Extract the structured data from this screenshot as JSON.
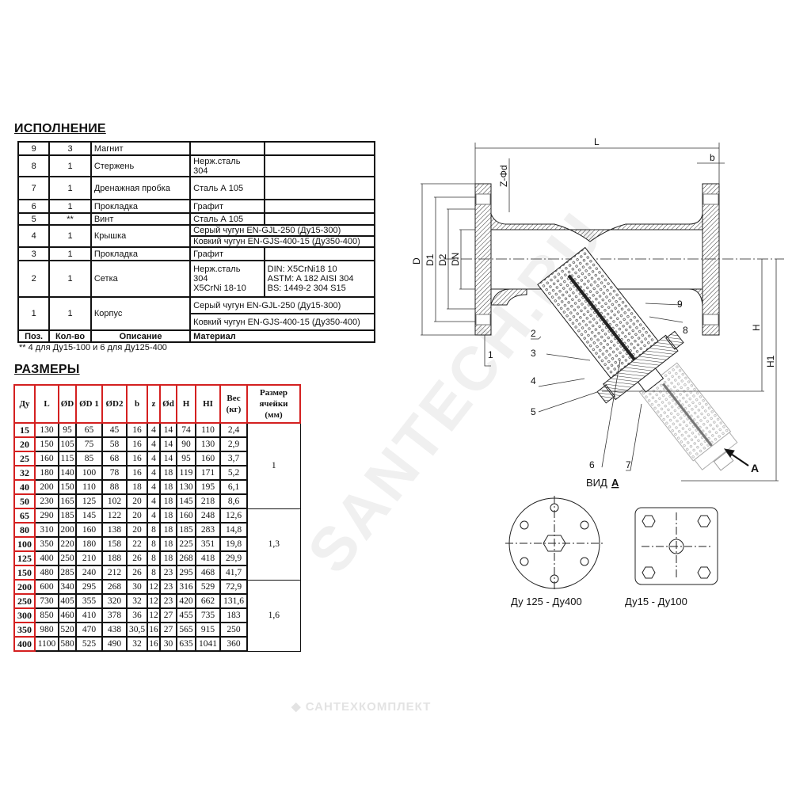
{
  "composition": {
    "title": "ИСПОЛНЕНИЕ",
    "header": {
      "pos": "Поз.",
      "qty": "Кол-во",
      "desc": "Описание",
      "material": "Материал"
    },
    "rows": [
      {
        "pos": "9",
        "qty": "3",
        "desc": "Магнит",
        "mat": "",
        "mat2": ""
      },
      {
        "pos": "8",
        "qty": "1",
        "desc": "Стержень",
        "mat": "Нерж.сталь\n304",
        "mat2": ""
      },
      {
        "pos": "7",
        "qty": "1",
        "desc": "Дренажная пробка",
        "mat": "Сталь А 105",
        "mat2": ""
      },
      {
        "pos": "6",
        "qty": "1",
        "desc": "Прокладка",
        "mat": "Графит",
        "mat2": ""
      },
      {
        "pos": "5",
        "qty": "**",
        "desc": "Винт",
        "mat": "Сталь А 105",
        "mat2": ""
      },
      {
        "pos": "4",
        "qty": "1",
        "desc": "Крышка",
        "mat_full": [
          "Серый чугун EN-GJL-250 (Ду15-300)",
          "Ковкий чугун EN-GJS-400-15 (Ду350-400)"
        ]
      },
      {
        "pos": "3",
        "qty": "1",
        "desc": "Прокладка",
        "mat": "Графит",
        "mat2": ""
      },
      {
        "pos": "2",
        "qty": "1",
        "desc": "Сетка",
        "mat": "Нерж.сталь\n304\nX5CrNi 18-10",
        "mat2": "DIN: X5CrNi18 10\nASTM: A 182 AISI 304\nBS: 1449-2 304 S15"
      },
      {
        "pos": "1",
        "qty": "1",
        "desc": "Корпус",
        "mat_full": [
          "Серый чугун EN-GJL-250 (Ду15-300)",
          "Ковкий чугун EN-GJS-400-15 (Ду350-400)"
        ]
      }
    ],
    "note": "** 4 для Ду15-100 и 6 для Ду125-400"
  },
  "dimensions": {
    "title": "РАЗМЕРЫ",
    "headers": [
      "Ду",
      "L",
      "ØD",
      "ØD 1",
      "ØD2",
      "b",
      "z",
      "Ød",
      "H",
      "HI",
      "Вес\n(кг)",
      "Размер\nячейки\n(мм)"
    ],
    "rows": [
      [
        "15",
        "130",
        "95",
        "65",
        "45",
        "16",
        "4",
        "14",
        "74",
        "110",
        "2,4"
      ],
      [
        "20",
        "150",
        "105",
        "75",
        "58",
        "16",
        "4",
        "14",
        "90",
        "130",
        "2,9"
      ],
      [
        "25",
        "160",
        "115",
        "85",
        "68",
        "16",
        "4",
        "14",
        "95",
        "160",
        "3,7"
      ],
      [
        "32",
        "180",
        "140",
        "100",
        "78",
        "16",
        "4",
        "18",
        "119",
        "171",
        "5,2"
      ],
      [
        "40",
        "200",
        "150",
        "110",
        "88",
        "18",
        "4",
        "18",
        "130",
        "195",
        "6,1"
      ],
      [
        "50",
        "230",
        "165",
        "125",
        "102",
        "20",
        "4",
        "18",
        "145",
        "218",
        "8,6"
      ],
      [
        "65",
        "290",
        "185",
        "145",
        "122",
        "20",
        "4",
        "18",
        "160",
        "248",
        "12,6"
      ],
      [
        "80",
        "310",
        "200",
        "160",
        "138",
        "20",
        "8",
        "18",
        "185",
        "283",
        "14,8"
      ],
      [
        "100",
        "350",
        "220",
        "180",
        "158",
        "22",
        "8",
        "18",
        "225",
        "351",
        "19,8"
      ],
      [
        "125",
        "400",
        "250",
        "210",
        "188",
        "26",
        "8",
        "18",
        "268",
        "418",
        "29,9"
      ],
      [
        "150",
        "480",
        "285",
        "240",
        "212",
        "26",
        "8",
        "23",
        "295",
        "468",
        "41,7"
      ],
      [
        "200",
        "600",
        "340",
        "295",
        "268",
        "30",
        "12",
        "23",
        "316",
        "529",
        "72,9"
      ],
      [
        "250",
        "730",
        "405",
        "355",
        "320",
        "32",
        "12",
        "23",
        "420",
        "662",
        "131,6"
      ],
      [
        "300",
        "850",
        "460",
        "410",
        "378",
        "36",
        "12",
        "27",
        "455",
        "735",
        "183"
      ],
      [
        "350",
        "980",
        "520",
        "470",
        "438",
        "30,5",
        "16",
        "27",
        "565",
        "915",
        "250"
      ],
      [
        "400",
        "1100",
        "580",
        "525",
        "490",
        "32",
        "16",
        "30",
        "635",
        "1041",
        "360"
      ]
    ],
    "mesh_groups": [
      {
        "value": "1",
        "rows": 6
      },
      {
        "value": "1,3",
        "rows": 5
      },
      {
        "value": "1,6",
        "rows": 5
      }
    ]
  },
  "drawing": {
    "dims": {
      "L": "L",
      "b": "b",
      "zd": "Z-Φd",
      "D": "D",
      "D1": "D1",
      "D2": "D2",
      "DN": "DN",
      "H": "H",
      "H1": "H1"
    },
    "callouts": [
      "1",
      "2",
      "3",
      "4",
      "5",
      "6",
      "7",
      "8",
      "9"
    ],
    "view_arrow": "A",
    "view_label": "ВИД",
    "view_label_letter": "A",
    "view_round_caption": "Ду 125 - Ду400",
    "view_square_caption": "Ду15 - Ду100"
  },
  "watermarks": {
    "diagonal": "SANTECH.RU",
    "logo": "САНТЕХКОМПЛЕКТ"
  },
  "colors": {
    "header_border": "#d42020",
    "line": "#111111"
  }
}
